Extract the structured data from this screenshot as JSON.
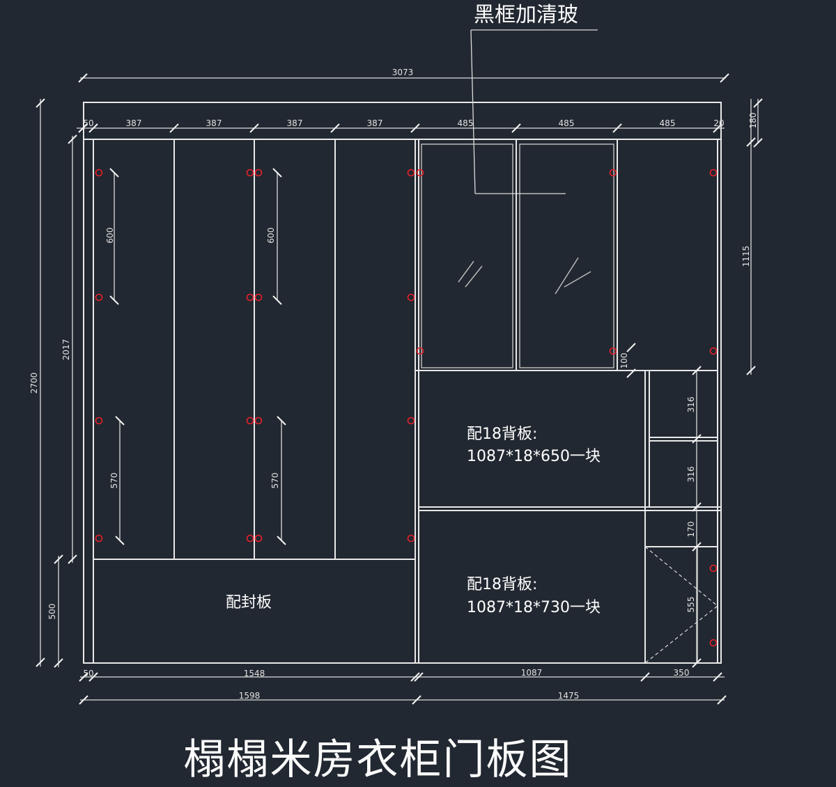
{
  "title": "榻榻米房衣柜门板图",
  "callout": "黑框加清玻",
  "panel_labels": {
    "upper_back_panel": [
      "配18背板:",
      "1087*18*650一块"
    ],
    "lower_back_panel": [
      "配18背板:",
      "1087*18*730一块"
    ],
    "seal_board": "配封板"
  },
  "dimensions": {
    "overall_width": "3073",
    "top_row": [
      "50",
      "387",
      "387",
      "387",
      "387",
      "485",
      "485",
      "485",
      "20"
    ],
    "bottom_row": [
      "50",
      "1548",
      "1087",
      "350"
    ],
    "bottom_total": [
      "1598",
      "1475"
    ],
    "left_overall": "2700",
    "left_door": "2017",
    "left_base": "500",
    "right_top": "180",
    "right_upper": "1115",
    "handle_upper": [
      "600",
      "600"
    ],
    "handle_lower": [
      "570",
      "570"
    ],
    "gap": "100",
    "shelves": [
      "316",
      "316",
      "170",
      "555"
    ]
  },
  "colors": {
    "background": "#222831",
    "line": "#e9e9e9",
    "hinge": "#e8202a"
  }
}
